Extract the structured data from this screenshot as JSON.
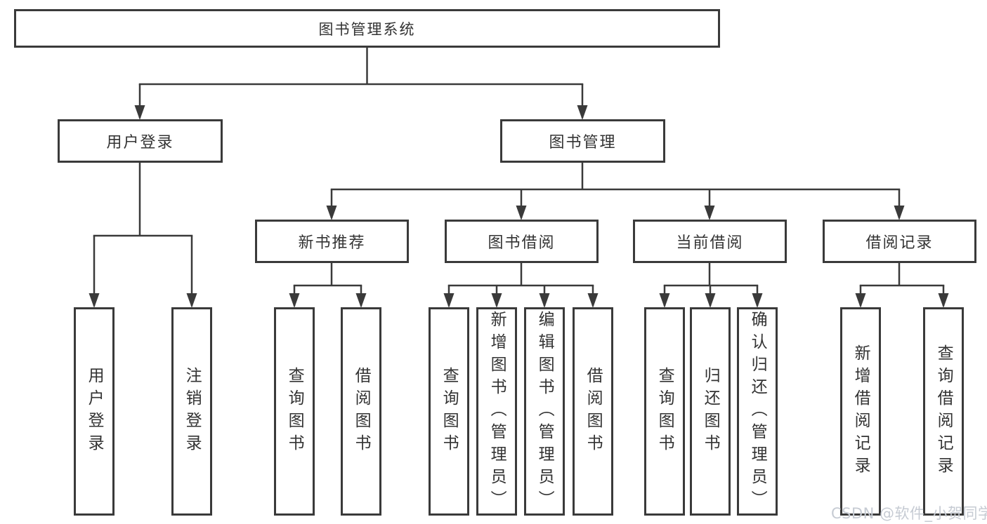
{
  "diagram": {
    "title": "图书管理系统",
    "branches": [
      {
        "label": "用户登录",
        "children": [
          "用户登录",
          "注销登录"
        ]
      },
      {
        "label": "图书管理",
        "modules": [
          {
            "label": "新书推荐",
            "children": [
              "查询图书",
              "借阅图书"
            ]
          },
          {
            "label": "图书借阅",
            "children": [
              "查询图书",
              "新增图书（管理员）",
              "编辑图书（管理员）",
              "借阅图书"
            ]
          },
          {
            "label": "当前借阅",
            "children": [
              "查询图书",
              "归还图书",
              "确认归还（管理员）"
            ]
          },
          {
            "label": "借阅记录",
            "children": [
              "新增借阅记录",
              "查询借阅记录"
            ]
          }
        ]
      }
    ]
  },
  "watermark": "CSDN @软件_小贺同学",
  "colors": {
    "line": "#3a3a3a",
    "box_border": "#3a3a3a",
    "text": "#333333",
    "watermark": "#c6cbd3",
    "background": "#ffffff"
  }
}
